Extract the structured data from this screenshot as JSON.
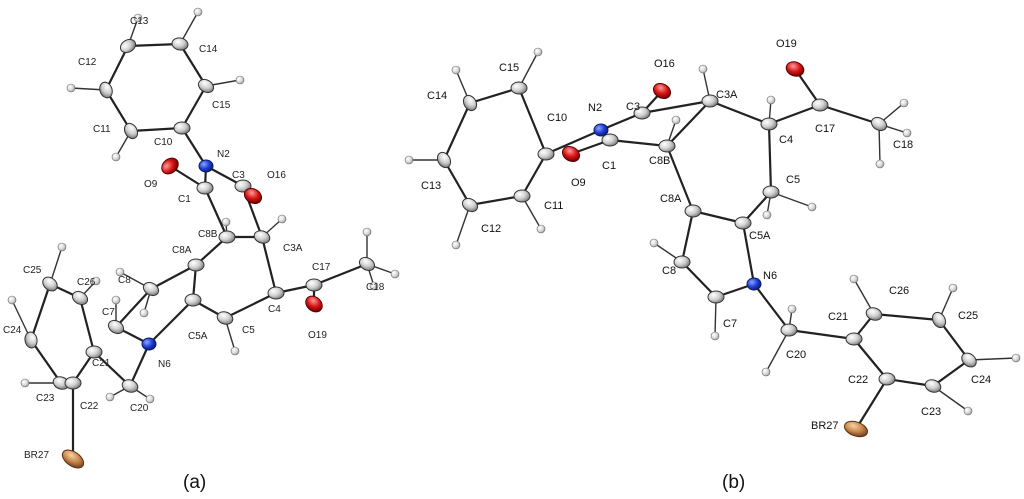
{
  "panels": [
    {
      "caption": "(a)",
      "labels": [
        "C13",
        "C14",
        "C12",
        "C15",
        "C11",
        "C10",
        "N2",
        "O9",
        "C1",
        "C3",
        "O16",
        "C8B",
        "C8A",
        "C3A",
        "C25",
        "C26",
        "C8",
        "C17",
        "C18",
        "C7",
        "C4",
        "C24",
        "N6",
        "C5A",
        "C5",
        "O19",
        "C21",
        "C23",
        "C22",
        "C20",
        "BR27"
      ]
    },
    {
      "caption": "(b)",
      "labels": [
        "O19",
        "O16",
        "C15",
        "C3A",
        "N2",
        "C3",
        "C14",
        "C10",
        "C4",
        "C17",
        "C8B",
        "C1",
        "C18",
        "O9",
        "C13",
        "C5",
        "C11",
        "C8A",
        "C12",
        "C5A",
        "N6",
        "C8",
        "C26",
        "C21",
        "C25",
        "C7",
        "C20",
        "C22",
        "C24",
        "C23",
        "BR27"
      ]
    }
  ],
  "element_colors": {
    "C": "#c8c8c8",
    "H": "#d4d4d4",
    "N": "#1f3fd6",
    "O": "#d81414",
    "Br": "#c9874a"
  }
}
